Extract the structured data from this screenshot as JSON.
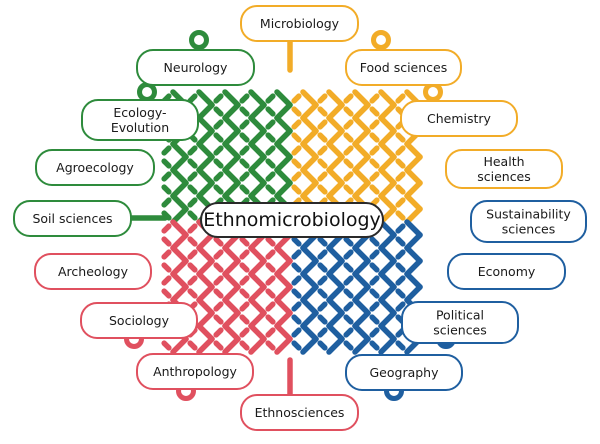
{
  "diagram": {
    "center": "Ethnomicrobiology",
    "colors": {
      "yellow": "#f2ac28",
      "red": "#e0505f",
      "green": "#2e8b3c",
      "blue": "#1f5fa0"
    },
    "disciplines": [
      {
        "lines": [
          "Microbiology"
        ],
        "color": "yellow"
      },
      {
        "lines": [
          "Food sciences"
        ],
        "color": "yellow"
      },
      {
        "lines": [
          "Chemistry"
        ],
        "color": "yellow"
      },
      {
        "lines": [
          "Health",
          "sciences"
        ],
        "color": "yellow"
      },
      {
        "lines": [
          "Sustainability",
          "sciences"
        ],
        "color": "blue"
      },
      {
        "lines": [
          "Economy"
        ],
        "color": "blue"
      },
      {
        "lines": [
          "Political",
          "sciences"
        ],
        "color": "blue"
      },
      {
        "lines": [
          "Geography"
        ],
        "color": "blue"
      },
      {
        "lines": [
          "Ethnosciences"
        ],
        "color": "red"
      },
      {
        "lines": [
          "Anthropology"
        ],
        "color": "red"
      },
      {
        "lines": [
          "Sociology"
        ],
        "color": "red"
      },
      {
        "lines": [
          "Archeology"
        ],
        "color": "red"
      },
      {
        "lines": [
          "Soil sciences"
        ],
        "color": "green"
      },
      {
        "lines": [
          "Agroecology"
        ],
        "color": "green"
      },
      {
        "lines": [
          "Ecology-",
          "Evolution"
        ],
        "color": "green"
      },
      {
        "lines": [
          "Neurology"
        ],
        "color": "green"
      }
    ]
  }
}
